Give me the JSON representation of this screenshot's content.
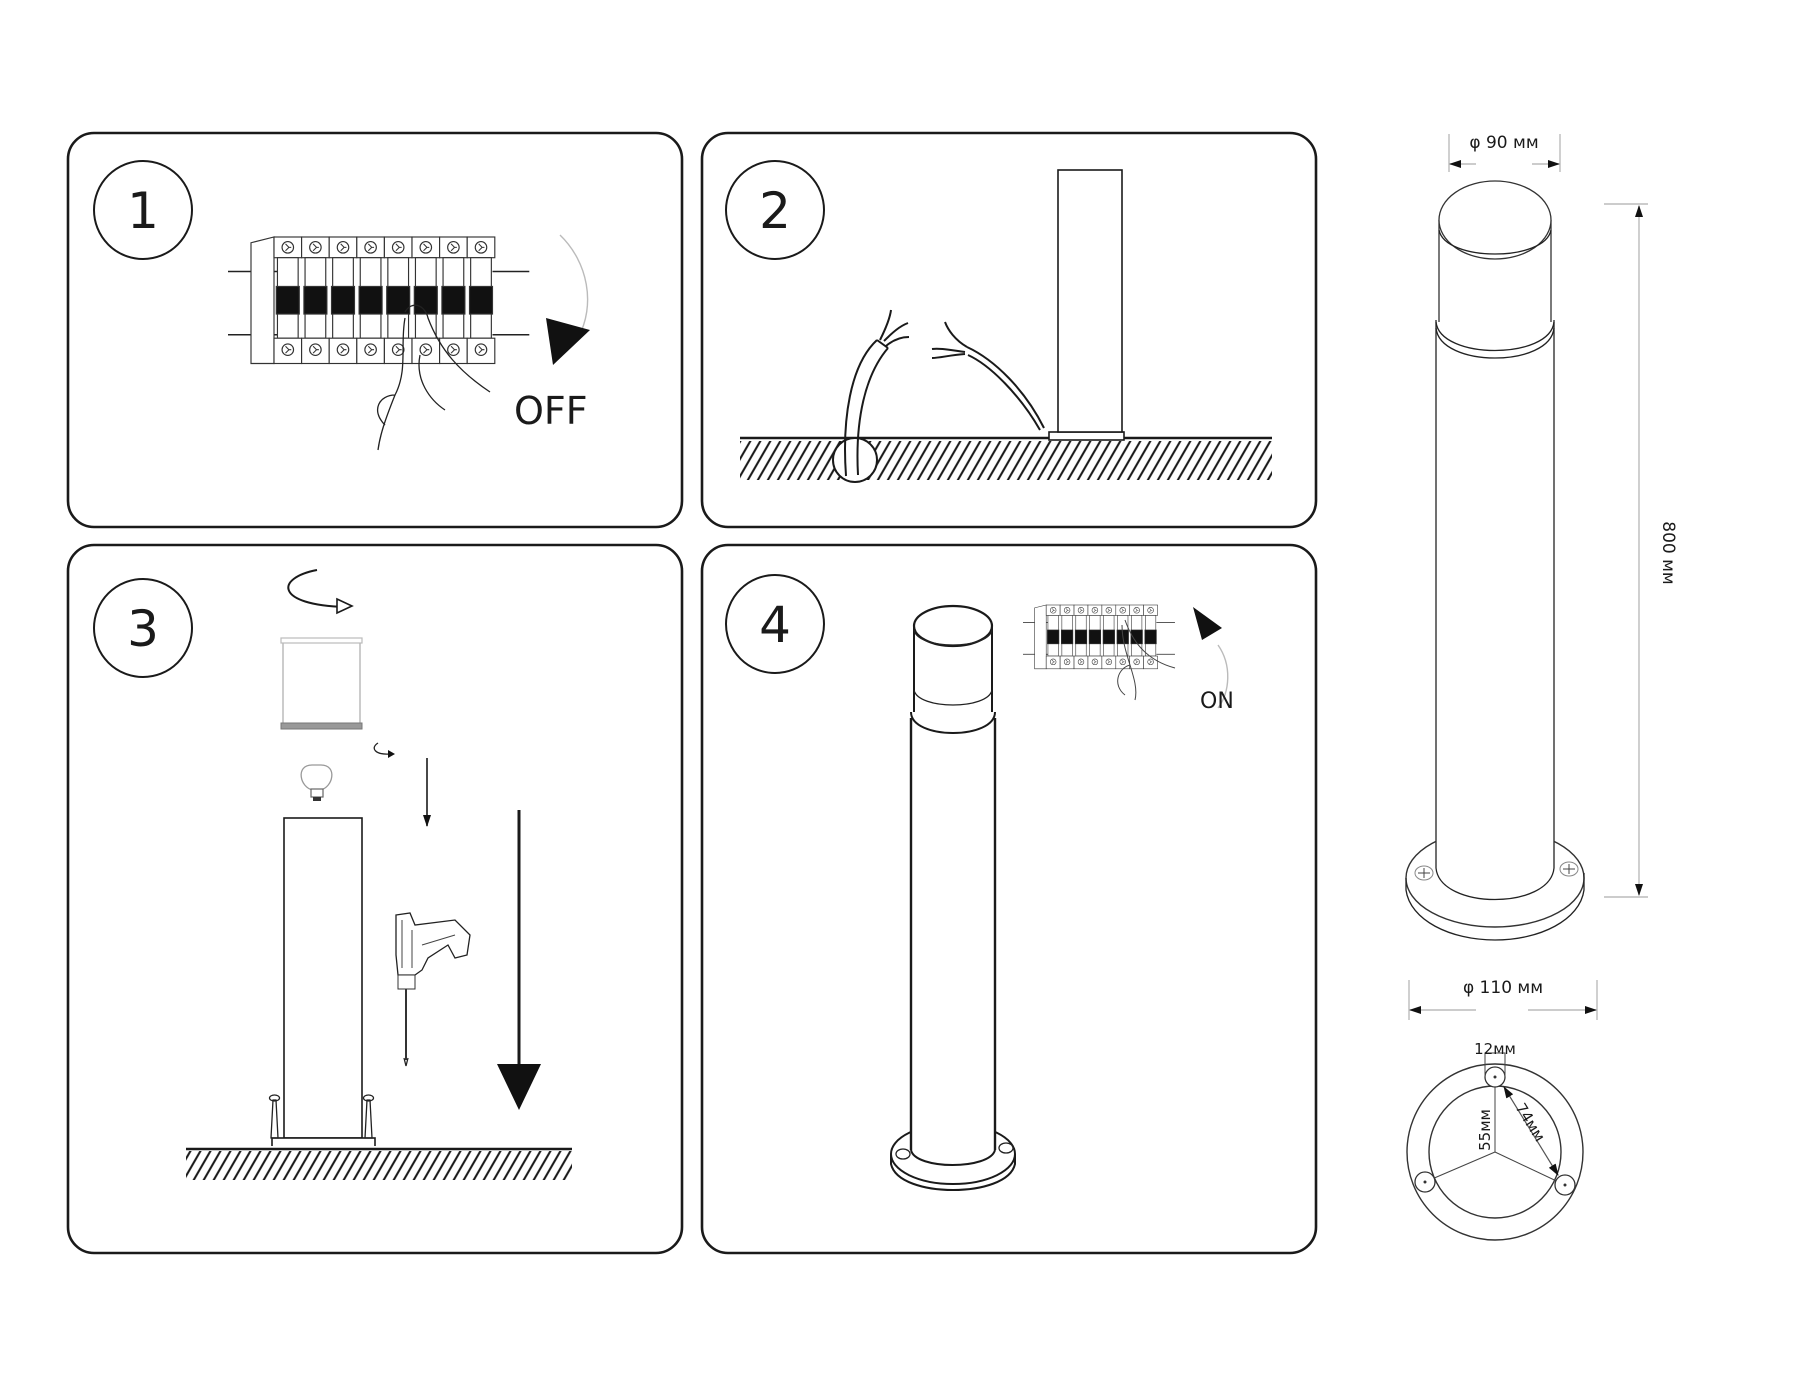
{
  "steps": [
    {
      "number": "1",
      "label": "OFF",
      "description": "switch-off-breaker"
    },
    {
      "number": "2",
      "description": "prepare-cable-and-post"
    },
    {
      "number": "3",
      "description": "open-cap-insert-bulb-mount-post"
    },
    {
      "number": "4",
      "label": "ON",
      "description": "switch-on-breaker"
    }
  ],
  "dimensions": {
    "top_diameter": "φ 90 мм",
    "height": "800 мм",
    "base_diameter": "φ 110 мм",
    "hole_size": "12мм",
    "hole_radius": "55мм",
    "hole_spacing": "74мм"
  },
  "colors": {
    "ink": "#1a1a1a",
    "dimension_line": "#bbbbbb"
  }
}
